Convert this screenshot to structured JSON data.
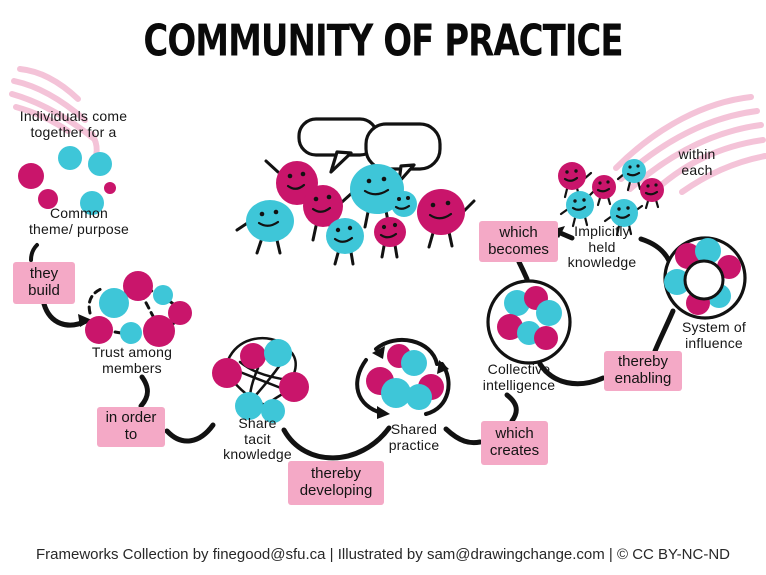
{
  "title": "COMMUNITY OF PRACTICE",
  "labels": {
    "individuals": "Individuals come\ntogether for a",
    "common_theme": "Common\ntheme/ purpose",
    "trust": "Trust among\nmembers",
    "share_tacit": "Share\ntacit\nknowledge",
    "shared_practice": "Shared\npractice",
    "collective_intelligence": "Collective\nintelligence",
    "implicitly_held": "Implicitly\nheld\nknowledge",
    "within_each": "within\neach",
    "system_of_influence": "System of\ninfluence"
  },
  "connector_boxes": {
    "they_build": "they\nbuild",
    "in_order_to": "in order\nto",
    "thereby_developing": "thereby\ndeveloping",
    "which_creates": "which\ncreates",
    "which_becomes": "which\nbecomes",
    "thereby_enabling": "thereby\nenabling"
  },
  "footer": "Frameworks Collection by finegood@sfu.ca | Illustrated by sam@drawingchange.com | © CC BY-NC-ND",
  "colors": {
    "magenta": "#C9156B",
    "cyan": "#3EC6D8",
    "pink_box": "#F4A9C6",
    "pink_swoosh": "#F4C3D8",
    "ink": "#121212",
    "background": "#FFFFFF"
  }
}
